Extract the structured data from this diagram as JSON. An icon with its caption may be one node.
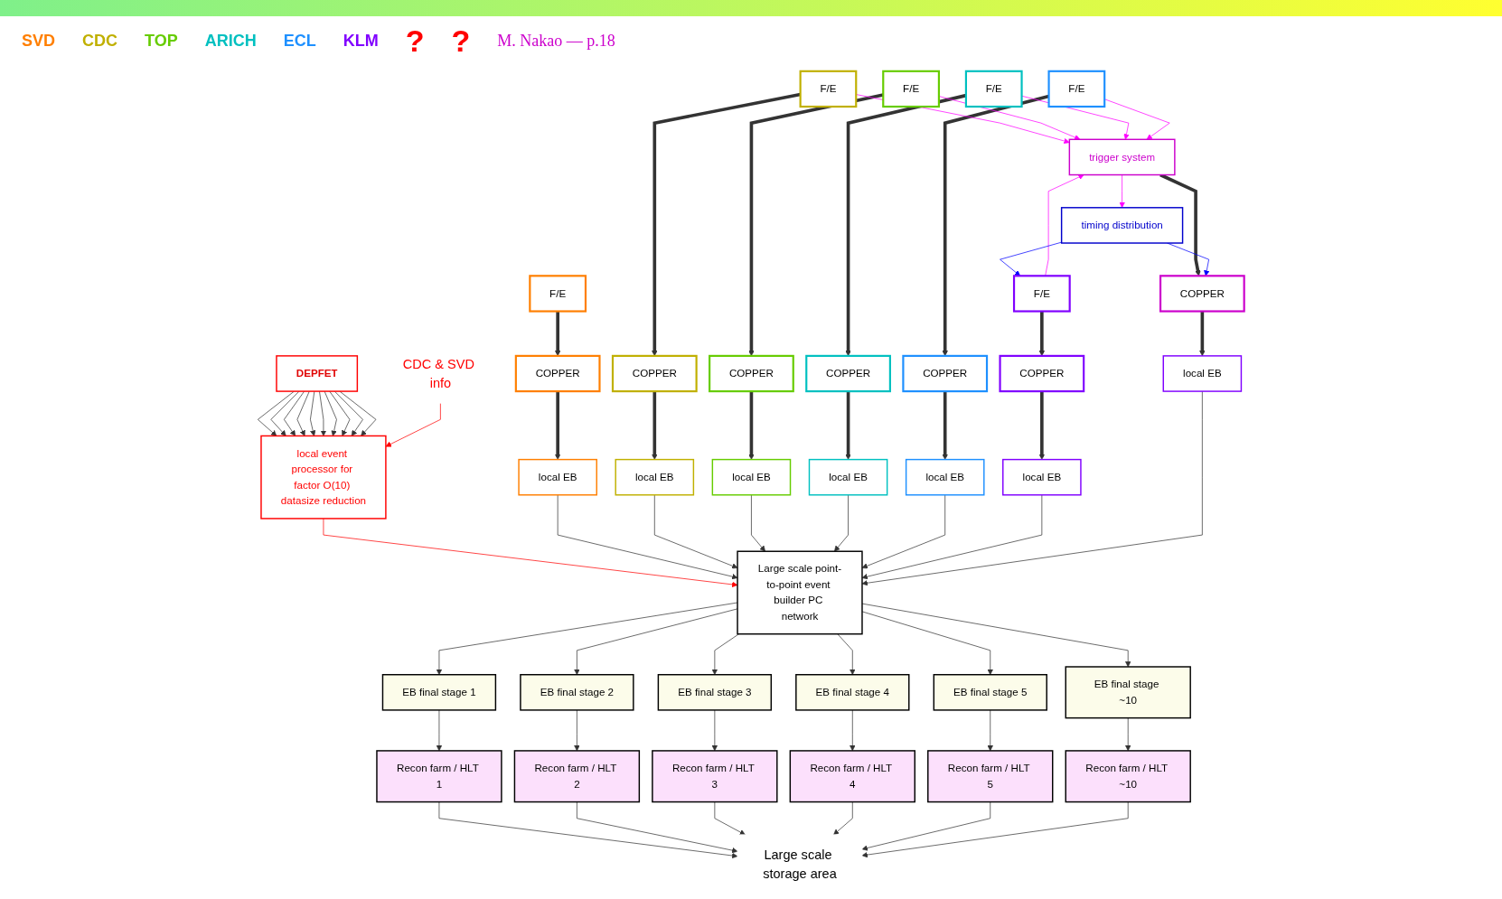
{
  "diagram": {
    "nodes": [
      {
        "text": [
          "DEPFET"
        ]
      },
      {
        "text": [
          "local event processor for factor O(10) datasize reduction"
        ]
      },
      {
        "text": [
          "F/E"
        ]
      },
      {
        "text": [
          "F/E"
        ]
      },
      {
        "text": [
          "F/E"
        ]
      },
      {
        "text": [
          "F/E"
        ]
      },
      {
        "text": [
          "F/E"
        ]
      },
      {
        "text": [
          "F/E"
        ]
      },
      {
        "text": [
          "COPPER"
        ]
      },
      {
        "text": [
          "COPPER"
        ]
      },
      {
        "text": [
          "COPPER"
        ]
      },
      {
        "text": [
          "COPPER"
        ]
      },
      {
        "text": [
          "COPPER"
        ]
      },
      {
        "text": [
          "COPPER"
        ]
      },
      {
        "text": [
          "COPPER"
        ]
      },
      {
        "text": [
          "trigger system"
        ]
      },
      {
        "text": [
          "timing distribution"
        ]
      },
      {
        "text": [
          "local EB"
        ]
      },
      {
        "text": [
          "local EB"
        ]
      },
      {
        "text": [
          "local EB"
        ]
      },
      {
        "text": [
          "local EB"
        ]
      },
      {
        "text": [
          "local EB"
        ]
      },
      {
        "text": [
          "local EB"
        ]
      },
      {
        "text": [
          "local EB"
        ]
      },
      {
        "text": [
          "Large scale point-to-point event builder PC network"
        ]
      },
      {
        "text": [
          "EB final stage 1"
        ]
      },
      {
        "text": [
          "EB final stage 2"
        ]
      },
      {
        "text": [
          "EB final stage 3"
        ]
      },
      {
        "text": [
          "EB final stage 4"
        ]
      },
      {
        "text": [
          "EB final stage 5"
        ]
      },
      {
        "text": [
          "EB final stage ~10"
        ]
      },
      {
        "text": [
          "Recon farm / HLT 1"
        ]
      },
      {
        "text": [
          "Recon farm / HLT 2"
        ]
      },
      {
        "text": [
          "Recon farm / HLT 3"
        ]
      },
      {
        "text": [
          "Recon farm / HLT 4"
        ]
      },
      {
        "text": [
          "Recon farm / HLT 5"
        ]
      },
      {
        "text": [
          "Recon farm / HLT ~10"
        ]
      },
      {
        "text": [
          "Large scale storage area"
        ]
      },
      {
        "text": [
          "CDC & SVD info"
        ]
      }
    ],
    "edges": [
      {
        "from": 0,
        "to": 1,
        "arrow": "to"
      },
      {
        "from": 0,
        "to": 1,
        "arrow": "to"
      },
      {
        "from": 0,
        "to": 1,
        "arrow": "to"
      },
      {
        "from": 0,
        "to": 1,
        "arrow": "to"
      },
      {
        "from": 0,
        "to": 1,
        "arrow": "to"
      },
      {
        "from": 0,
        "to": 1,
        "arrow": "to"
      },
      {
        "from": 0,
        "to": 1,
        "arrow": "to"
      },
      {
        "from": 0,
        "to": 1,
        "arrow": "to"
      },
      {
        "from": 0,
        "to": 1,
        "arrow": "to"
      },
      {
        "from": 0,
        "to": 1,
        "arrow": "to"
      },
      {
        "from": 1,
        "to": 24,
        "arrow": "to",
        "color": "#ff0000"
      },
      {
        "from": 38,
        "to": 1,
        "arrow": "to",
        "color": "#ff0000"
      },
      {
        "from": 2,
        "to": 8,
        "arrow": "to",
        "style": "thick"
      },
      {
        "from": 3,
        "to": 9,
        "arrow": "to",
        "style": "thick"
      },
      {
        "from": 4,
        "to": 10,
        "arrow": "to",
        "style": "thick"
      },
      {
        "from": 5,
        "to": 11,
        "arrow": "to",
        "style": "thick"
      },
      {
        "from": 6,
        "to": 12,
        "arrow": "to",
        "style": "thick"
      },
      {
        "from": 7,
        "to": 13,
        "arrow": "to",
        "style": "thick"
      },
      {
        "from": 3,
        "to": 15,
        "arrow": "to",
        "color": "#ff00ff"
      },
      {
        "from": 4,
        "to": 15,
        "arrow": "to",
        "color": "#ff00ff"
      },
      {
        "from": 5,
        "to": 15,
        "arrow": "to",
        "color": "#ff00ff"
      },
      {
        "from": 6,
        "to": 15,
        "arrow": "to",
        "color": "#ff00ff"
      },
      {
        "from": 7,
        "to": 15,
        "arrow": "to",
        "color": "#ff00ff"
      },
      {
        "from": 15,
        "to": 14,
        "arrow": "to",
        "style": "thick"
      },
      {
        "from": 15,
        "to": 16,
        "arrow": "to",
        "color": "#ff00ff"
      },
      {
        "from": 16,
        "to": 7,
        "arrow": "to",
        "color": "#0000ff"
      },
      {
        "from": 16,
        "to": 14,
        "arrow": "to",
        "color": "#0000ff"
      },
      {
        "from": 8,
        "to": 17,
        "arrow": "to",
        "style": "thick"
      },
      {
        "from": 9,
        "to": 18,
        "arrow": "to",
        "style": "thick"
      },
      {
        "from": 10,
        "to": 19,
        "arrow": "to",
        "style": "thick"
      },
      {
        "from": 11,
        "to": 20,
        "arrow": "to",
        "style": "thick"
      },
      {
        "from": 12,
        "to": 21,
        "arrow": "to",
        "style": "thick"
      },
      {
        "from": 13,
        "to": 22,
        "arrow": "to",
        "style": "thick"
      },
      {
        "from": 14,
        "to": 23,
        "arrow": "to",
        "style": "thick"
      },
      {
        "from": 17,
        "to": 24,
        "arrow": "to"
      },
      {
        "from": 18,
        "to": 24,
        "arrow": "to"
      },
      {
        "from": 19,
        "to": 24,
        "arrow": "to"
      },
      {
        "from": 20,
        "to": 24,
        "arrow": "to"
      },
      {
        "from": 21,
        "to": 24,
        "arrow": "to"
      },
      {
        "from": 22,
        "to": 24,
        "arrow": "to"
      },
      {
        "from": 23,
        "to": 24,
        "arrow": "to"
      },
      {
        "from": 24,
        "to": 25,
        "arrow": "to"
      },
      {
        "from": 24,
        "to": 26,
        "arrow": "to"
      },
      {
        "from": 24,
        "to": 27,
        "arrow": "to"
      },
      {
        "from": 24,
        "to": 28,
        "arrow": "to"
      },
      {
        "from": 24,
        "to": 29,
        "arrow": "to"
      },
      {
        "from": 24,
        "to": 30,
        "arrow": "to"
      },
      {
        "from": 25,
        "to": 31,
        "arrow": "to"
      },
      {
        "from": 26,
        "to": 32,
        "arrow": "to"
      },
      {
        "from": 27,
        "to": 33,
        "arrow": "to"
      },
      {
        "from": 28,
        "to": 34,
        "arrow": "to"
      },
      {
        "from": 29,
        "to": 35,
        "arrow": "to"
      },
      {
        "from": 30,
        "to": 36,
        "arrow": "to"
      },
      {
        "from": 31,
        "to": 37,
        "arrow": "to"
      },
      {
        "from": 32,
        "to": 37,
        "arrow": "to"
      },
      {
        "from": 33,
        "to": 37,
        "arrow": "to"
      },
      {
        "from": 34,
        "to": 37,
        "arrow": "to"
      },
      {
        "from": 35,
        "to": 37,
        "arrow": "to"
      },
      {
        "from": 36,
        "to": 37,
        "arrow": "to"
      }
    ],
    "labels": [
      "SVD",
      "CDC",
      "TOP",
      "ARICH",
      "ECL",
      "KLM",
      "?",
      "?",
      "M. Nakao — p.18"
    ]
  }
}
